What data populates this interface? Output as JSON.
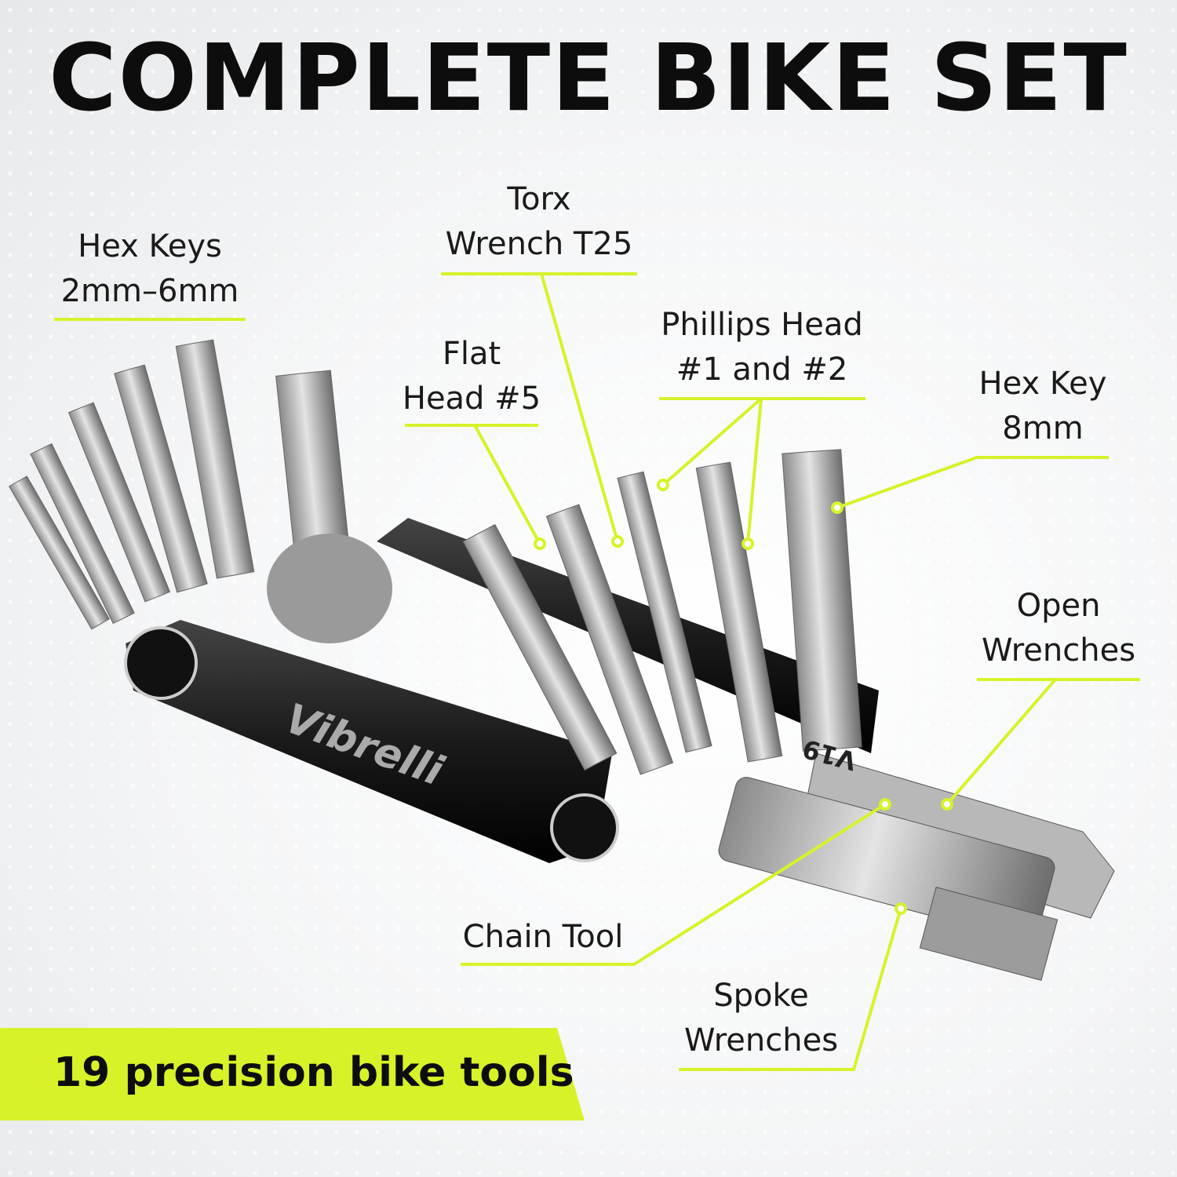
{
  "title": "COMPLETE BIKE SET",
  "accent_color": "#d8f22a",
  "brand_engraving": "Vibrelli",
  "model_engraving": "V19",
  "labels": {
    "hex_keys": [
      "Hex Keys",
      "2mm–6mm"
    ],
    "torx": [
      "Torx",
      "Wrench T25"
    ],
    "flat_head": [
      "Flat",
      "Head #5"
    ],
    "phillips": [
      "Phillips Head",
      "#1 and #2"
    ],
    "hex_key_8": [
      "Hex Key",
      "8mm"
    ],
    "open_wrenches": [
      "Open",
      "Wrenches"
    ],
    "chain_tool": [
      "Chain Tool"
    ],
    "spoke_wrenches": [
      "Spoke",
      "Wrenches"
    ]
  },
  "banner": "19 precision bike tools"
}
